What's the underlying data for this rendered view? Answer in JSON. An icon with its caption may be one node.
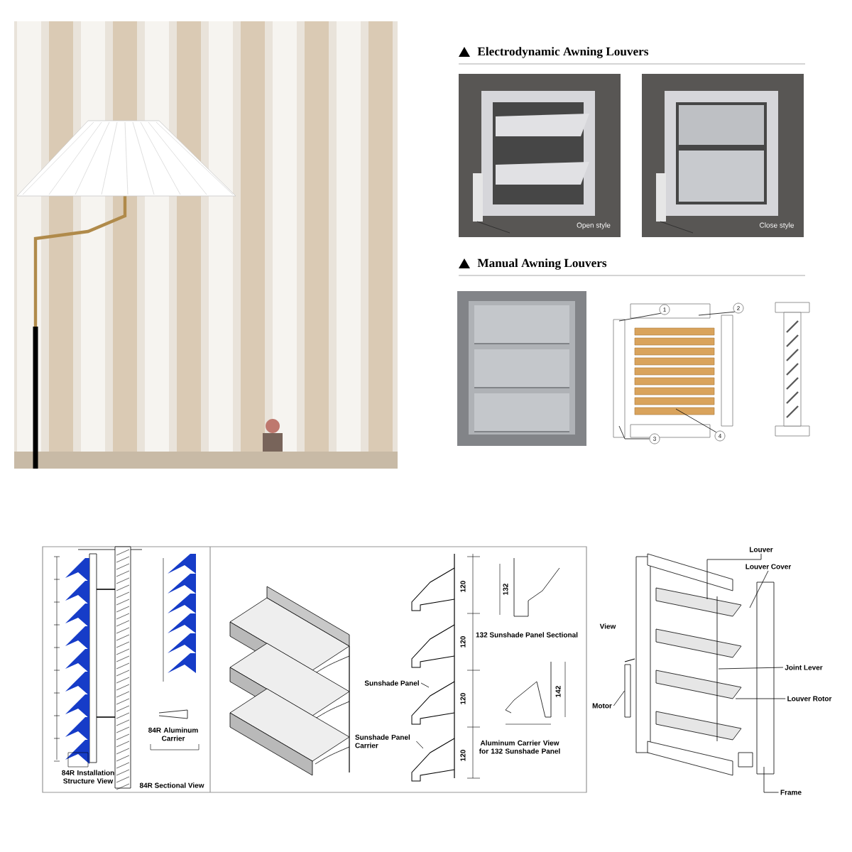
{
  "diagram": {
    "nodes": [
      {
        "text": [
          "Sunshade Panel"
        ]
      },
      {
        "text": [
          "Sunshade Panel Carrier"
        ]
      },
      {
        "text": [
          "Louver"
        ]
      },
      {
        "text": [
          "Louver Cover"
        ]
      },
      {
        "text": [
          "Joint Lever"
        ]
      },
      {
        "text": [
          "Louver Rotor"
        ]
      },
      {
        "text": [
          "Motor"
        ]
      },
      {
        "text": [
          "Frame"
        ]
      },
      {
        "text": [
          "1"
        ]
      },
      {
        "text": [
          "2"
        ]
      },
      {
        "text": [
          "3"
        ]
      },
      {
        "text": [
          "4"
        ]
      },
      {
        "text": [],
        "shape": "box"
      }
    ],
    "edges": [
      {
        "from": 0,
        "to": null,
        "arrow": "none"
      },
      {
        "from": 1,
        "to": null,
        "arrow": "none"
      },
      {
        "from": 2,
        "to": null,
        "arrow": "none"
      },
      {
        "from": 3,
        "to": null,
        "arrow": "none"
      },
      {
        "from": 4,
        "to": null,
        "arrow": "none"
      },
      {
        "from": 5,
        "to": null,
        "arrow": "none"
      },
      {
        "from": 6,
        "to": 12,
        "arrow": "none"
      },
      {
        "from": 7,
        "to": null,
        "arrow": "none"
      },
      {
        "from": 8,
        "to": null,
        "arrow": "none"
      },
      {
        "from": 9,
        "to": null,
        "arrow": "none"
      },
      {
        "from": 10,
        "to": null,
        "arrow": "none"
      },
      {
        "from": 11,
        "to": null,
        "arrow": "none"
      }
    ],
    "labels": [
      "Electrodynamic Awning Louvers",
      "Open style",
      "Close style",
      "Manual Awning Louvers",
      "120",
      "132",
      "120",
      "132 Sunshade Panel Sectional",
      "120",
      "View",
      "142",
      "84R Aluminum Carrier",
      "120",
      "Aluminum Carrier View for 132 Sunshade Panel",
      "84R Installation Structure View",
      "84R Sectional View"
    ]
  }
}
